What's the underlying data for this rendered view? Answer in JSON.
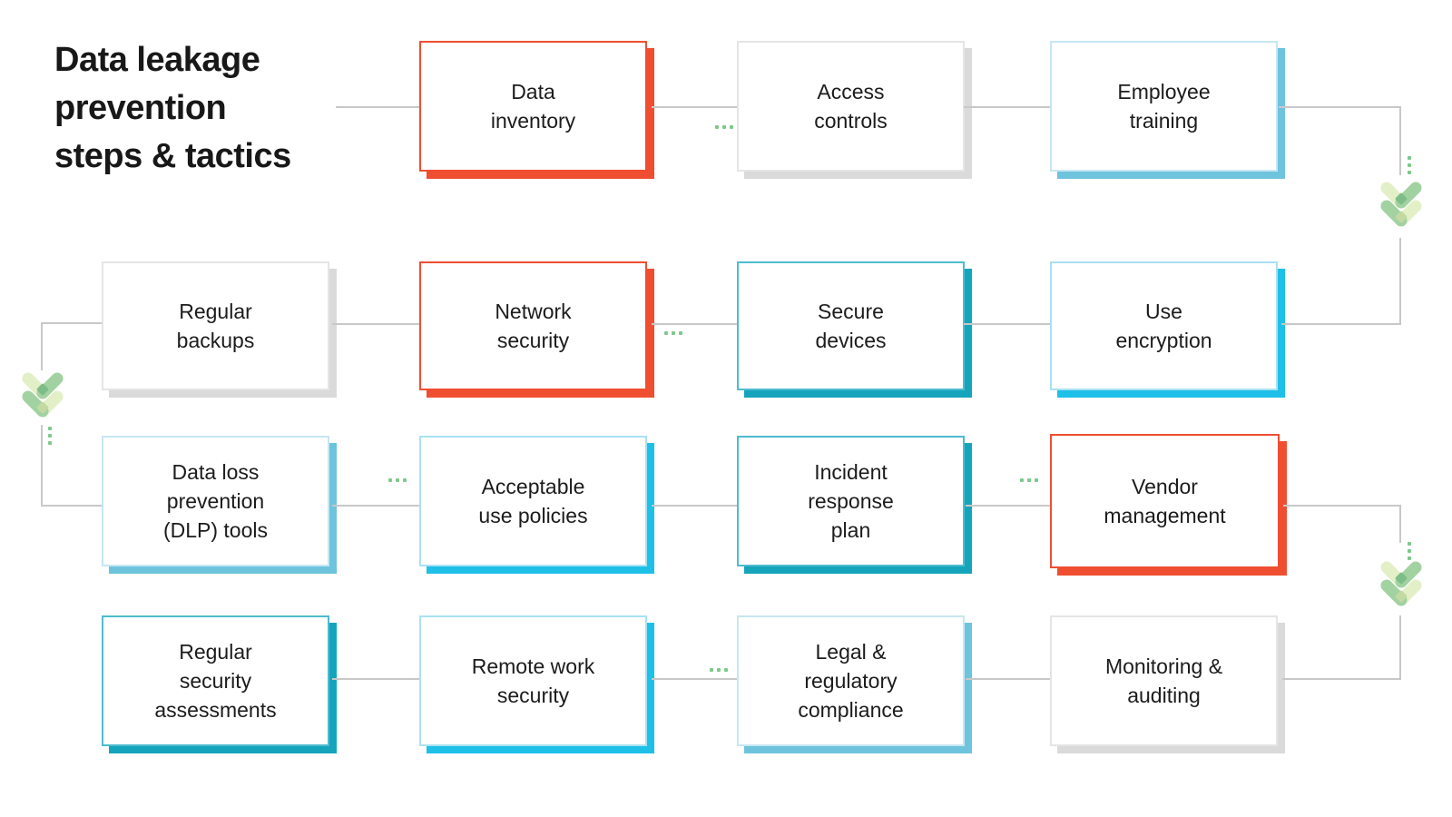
{
  "title": {
    "lines": [
      "Data leakage",
      "prevention",
      "steps & tactics"
    ]
  },
  "boxes": [
    {
      "id": "data-inventory",
      "label": "Data\ninventory",
      "theme": "red"
    },
    {
      "id": "access-controls",
      "label": "Access\ncontrols",
      "theme": "gray"
    },
    {
      "id": "employee-training",
      "label": "Employee\ntraining",
      "theme": "sky"
    },
    {
      "id": "regular-backups",
      "label": "Regular\nbackups",
      "theme": "gray"
    },
    {
      "id": "network-security",
      "label": "Network\nsecurity",
      "theme": "red"
    },
    {
      "id": "secure-devices",
      "label": "Secure\ndevices",
      "theme": "teal"
    },
    {
      "id": "use-encryption",
      "label": "Use\nencryption",
      "theme": "cyan"
    },
    {
      "id": "dlp-tools",
      "label": "Data loss\nprevention\n(DLP) tools",
      "theme": "sky"
    },
    {
      "id": "acceptable-use-policies",
      "label": "Acceptable\nuse policies",
      "theme": "cyan"
    },
    {
      "id": "incident-response-plan",
      "label": "Incident\nresponse\nplan",
      "theme": "teal"
    },
    {
      "id": "vendor-management",
      "label": "Vendor\nmanagement",
      "theme": "red"
    },
    {
      "id": "regular-security-assessments",
      "label": "Regular\nsecurity\nassessments",
      "theme": "teal"
    },
    {
      "id": "remote-work-security",
      "label": "Remote work\nsecurity",
      "theme": "cyan"
    },
    {
      "id": "legal-regulatory-compliance",
      "label": "Legal &\nregulatory\ncompliance",
      "theme": "sky"
    },
    {
      "id": "monitoring-auditing",
      "label": "Monitoring &\nauditing",
      "theme": "gray"
    }
  ],
  "icons": {
    "double_chevron_down": "double-chevron-down-icon",
    "continuation_dots": "continuation-dots-icon"
  },
  "colors": {
    "accent_red": "#f04e31",
    "accent_cyan": "#1ec0e8",
    "accent_teal": "#16a4bd",
    "accent_sky_blue": "#6ec3dd",
    "neutral_shadow": "#dadada",
    "connector_line": "#c8c8c8",
    "dot_green": "#7cc98c",
    "chevron_pale_green": "#e3efc7",
    "chevron_green": "#a3d2a2",
    "text": "#1c1c1c"
  }
}
